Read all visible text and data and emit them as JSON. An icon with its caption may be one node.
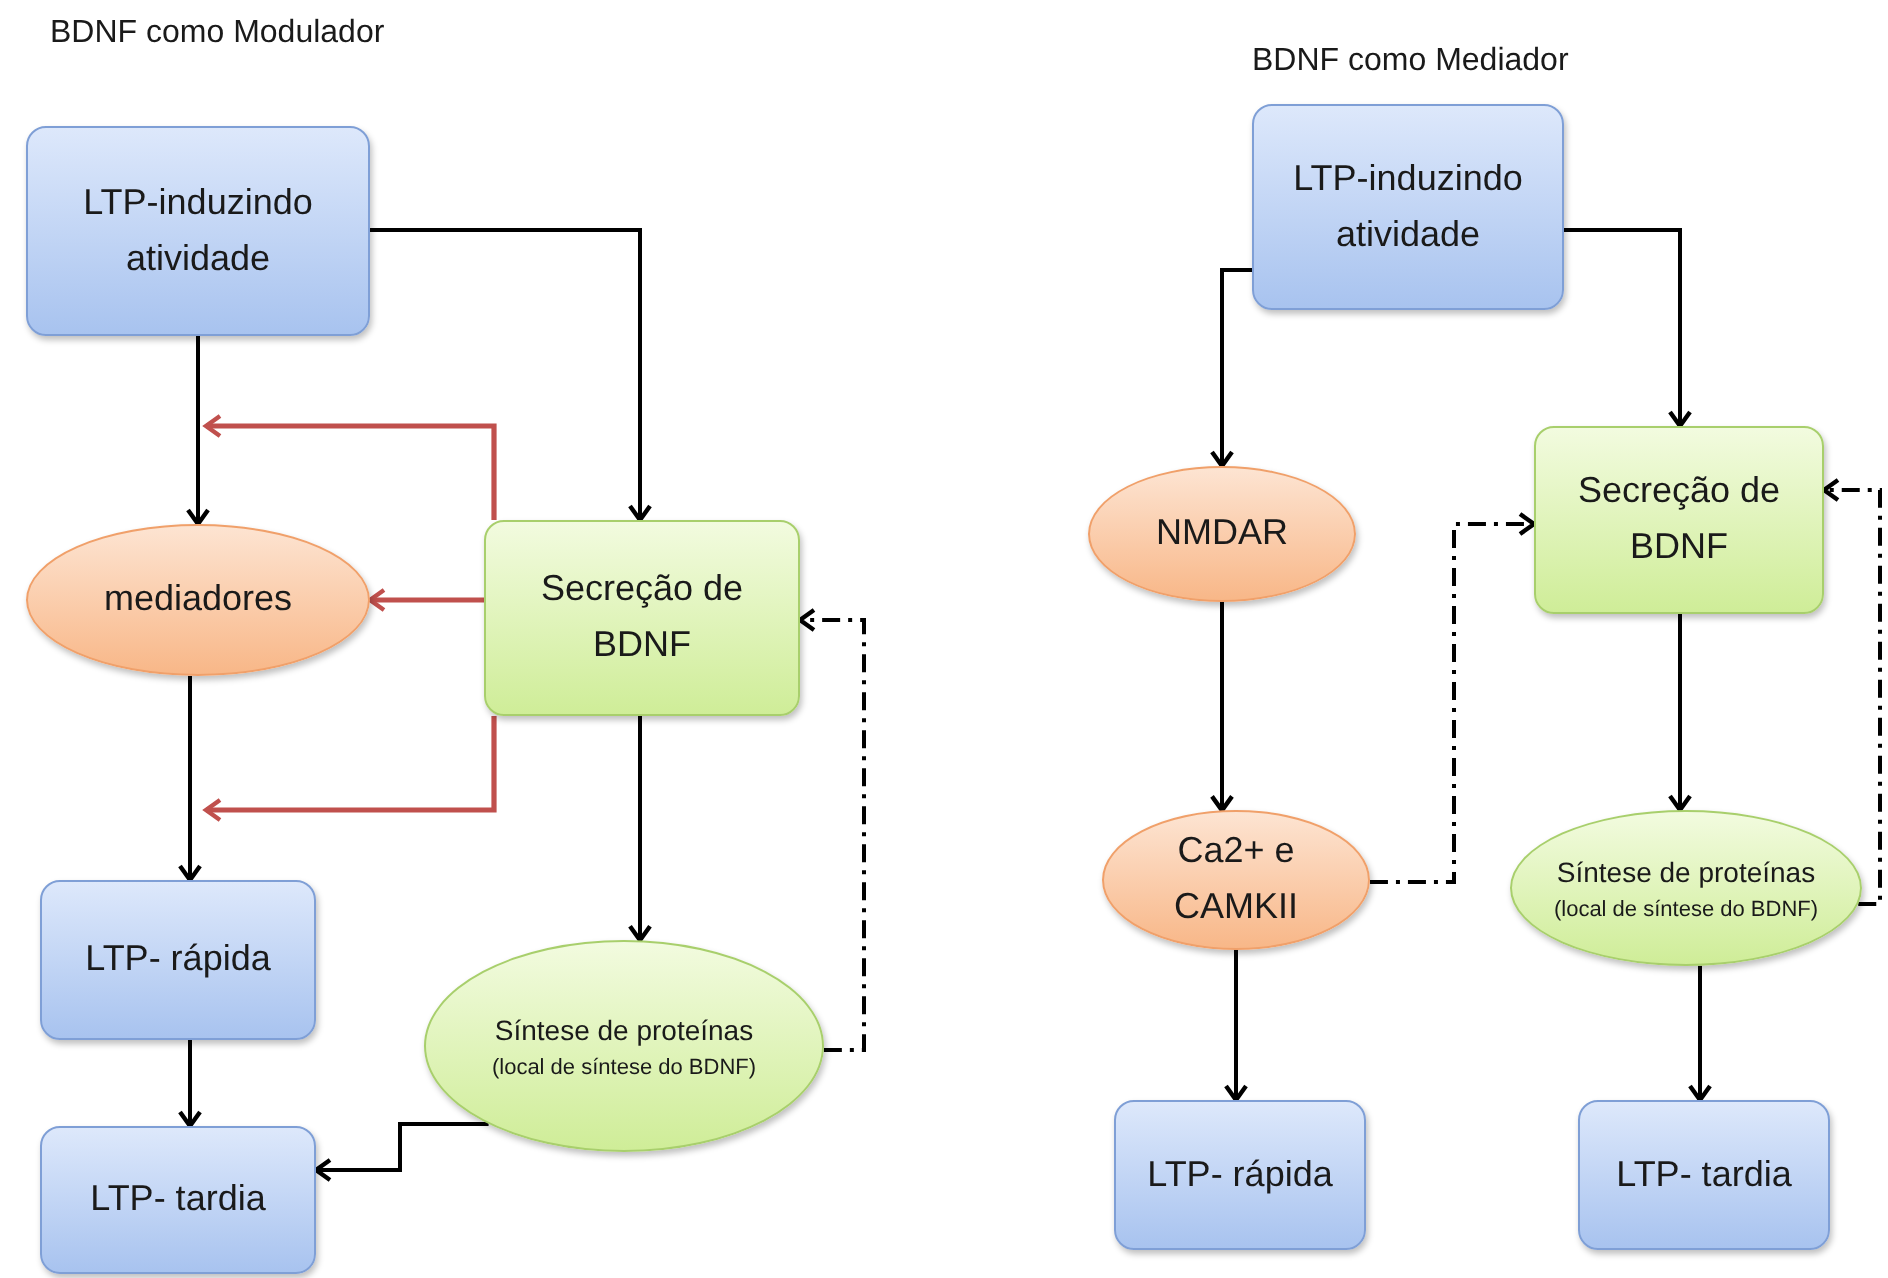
{
  "diagram": {
    "nodes": [
      {
        "text": [
          "LTP-induzindo atividade"
        ]
      },
      {
        "text": [
          "mediadores"
        ]
      },
      {
        "text": [
          "Secreção de BDNF"
        ]
      },
      {
        "text": [
          "LTP- rápida"
        ]
      },
      {
        "text": [
          "Síntese de proteínas",
          "(local de síntese do BDNF)"
        ]
      },
      {
        "text": [
          "LTP- tardia"
        ]
      },
      {
        "text": [
          "LTP-induzindo atividade"
        ]
      },
      {
        "text": [
          "NMDAR"
        ]
      },
      {
        "text": [
          "Secreção de BDNF"
        ]
      },
      {
        "text": [
          "Ca2+ e CAMKII"
        ]
      },
      {
        "text": [
          "Síntese de proteínas",
          "(local de síntese do BDNF)"
        ]
      },
      {
        "text": [
          "LTP- rápida"
        ]
      },
      {
        "text": [
          "LTP- tardia"
        ]
      }
    ],
    "edges": [
      {
        "from": 0,
        "to": 1,
        "arrow": "to"
      },
      {
        "from": 0,
        "to": 2,
        "arrow": "to"
      },
      {
        "from": 2,
        "to": null,
        "arrow": "to",
        "color": "#c0504d"
      },
      {
        "from": 2,
        "to": 1,
        "arrow": "to",
        "color": "#c0504d"
      },
      {
        "from": 2,
        "to": null,
        "arrow": "to",
        "color": "#c0504d"
      },
      {
        "from": 1,
        "to": 3,
        "arrow": "to"
      },
      {
        "from": 3,
        "to": 5,
        "arrow": "to"
      },
      {
        "from": 2,
        "to": 4,
        "arrow": "to"
      },
      {
        "from": 4,
        "to": 5,
        "arrow": "to"
      },
      {
        "from": 4,
        "to": 2,
        "arrow": "to",
        "style": "dashed"
      },
      {
        "from": 6,
        "to": 7,
        "arrow": "to"
      },
      {
        "from": 6,
        "to": 8,
        "arrow": "to"
      },
      {
        "from": 7,
        "to": 9,
        "arrow": "to"
      },
      {
        "from": 9,
        "to": 8,
        "arrow": "to",
        "style": "dashed"
      },
      {
        "from": 8,
        "to": 10,
        "arrow": "to"
      },
      {
        "from": 9,
        "to": 11,
        "arrow": "to"
      },
      {
        "from": 10,
        "to": 12,
        "arrow": "to"
      },
      {
        "from": 10,
        "to": 8,
        "arrow": "to",
        "style": "dashed"
      }
    ],
    "labels": [
      "BDNF como Modulador",
      "BDNF como Mediador"
    ]
  }
}
